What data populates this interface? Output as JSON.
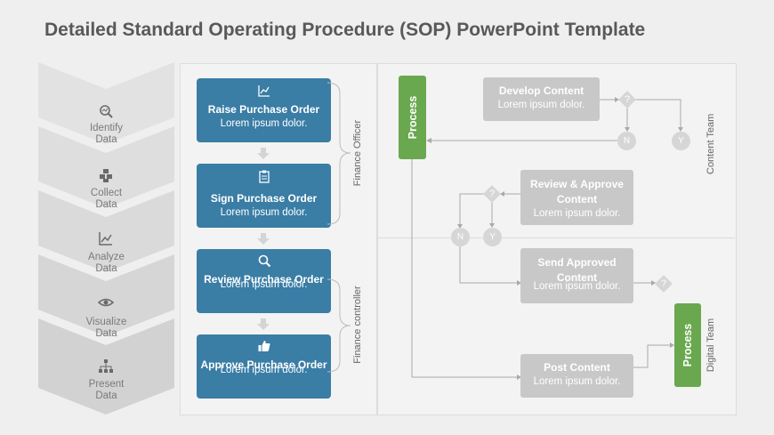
{
  "title": "Detailed Standard Operating Procedure (SOP) PowerPoint Template",
  "steps": [
    {
      "label": "Identify\nData",
      "icon": "search-data-icon"
    },
    {
      "label": "Collect\nData",
      "icon": "boxes-icon"
    },
    {
      "label": "Analyze\nData",
      "icon": "line-chart-icon"
    },
    {
      "label": "Visualize\nData",
      "icon": "eye-icon"
    },
    {
      "label": "Present\nData",
      "icon": "hierarchy-icon"
    }
  ],
  "finance": [
    {
      "title": "Raise Purchase Order",
      "sub": "Lorem ipsum dolor.",
      "icon": "chart-icon"
    },
    {
      "title": "Sign Purchase Order",
      "sub": "Lorem ipsum dolor.",
      "icon": "clipboard-icon"
    },
    {
      "title": "Review Purchase Order",
      "sub": "Lorem ipsum dolor.",
      "icon": "magnifier-icon"
    },
    {
      "title": "Approve Purchase Order",
      "sub": "Lorem ipsum dolor.",
      "icon": "thumbs-up-icon"
    }
  ],
  "roles": {
    "finance_officer": "Finance Officer",
    "finance_controller": "Finance controller",
    "content_team": "Content Team",
    "digital_team": "Digital Team"
  },
  "flow": {
    "process_label": "Process",
    "develop": {
      "title": "Develop Content",
      "sub": "Lorem ipsum dolor."
    },
    "review": {
      "title": "Review & Approve Content",
      "sub": "Lorem ipsum dolor."
    },
    "send": {
      "title": "Send Approved Content",
      "sub": "Lorem ipsum dolor."
    },
    "post": {
      "title": "Post Content",
      "sub": "Lorem ipsum dolor."
    },
    "decision": "?",
    "no": "N",
    "yes": "Y"
  }
}
